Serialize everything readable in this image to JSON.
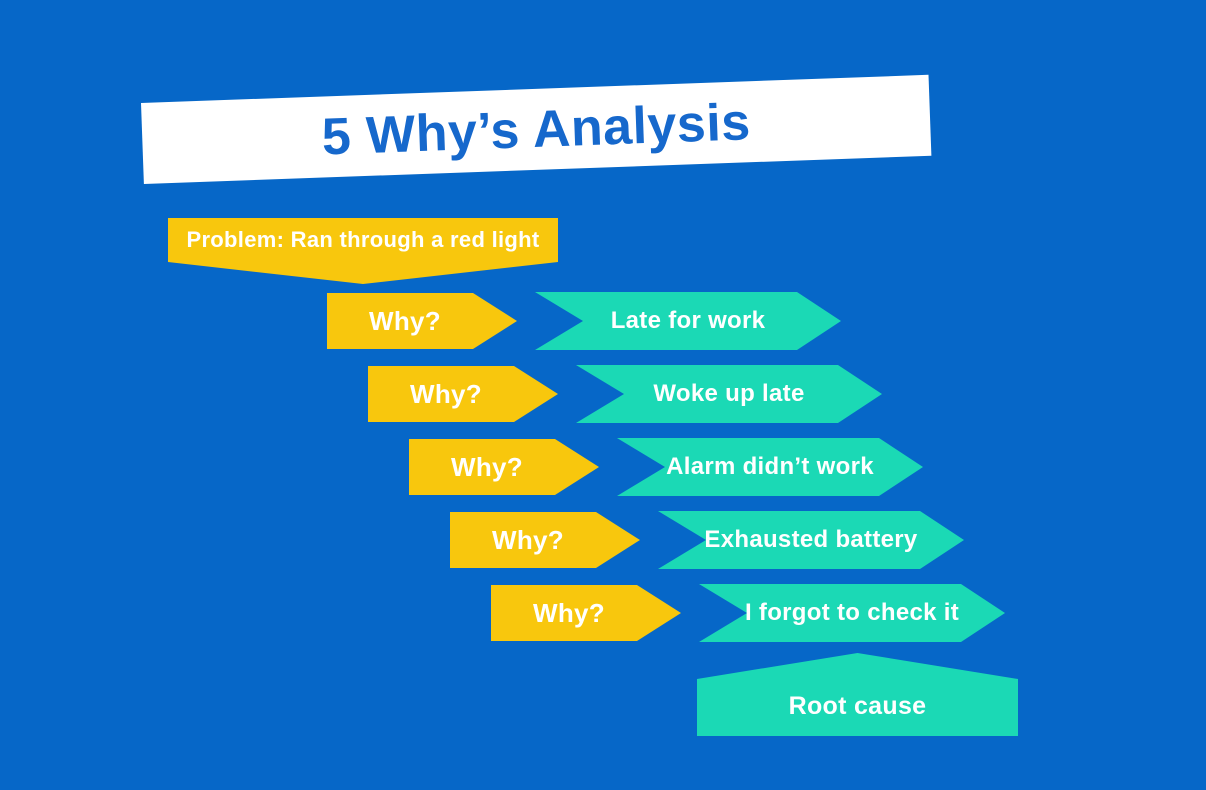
{
  "title": "5 Why’s Analysis",
  "problem": {
    "label": "Problem: Ran through a red light"
  },
  "rows": [
    {
      "why": "Why?",
      "answer": "Late for work"
    },
    {
      "why": "Why?",
      "answer": "Woke up late"
    },
    {
      "why": "Why?",
      "answer": "Alarm didn’t work"
    },
    {
      "why": "Why?",
      "answer": "Exhausted battery"
    },
    {
      "why": "Why?",
      "answer": "I forgot to check it"
    }
  ],
  "root_cause": {
    "label": "Root cause"
  },
  "colors": {
    "background": "#0667C8",
    "accent_yellow": "#F8C70D",
    "accent_teal": "#1BD9B5",
    "title_blue": "#1668CC",
    "banner_white": "#FFFFFF",
    "text_white": "#FFFFFF"
  }
}
